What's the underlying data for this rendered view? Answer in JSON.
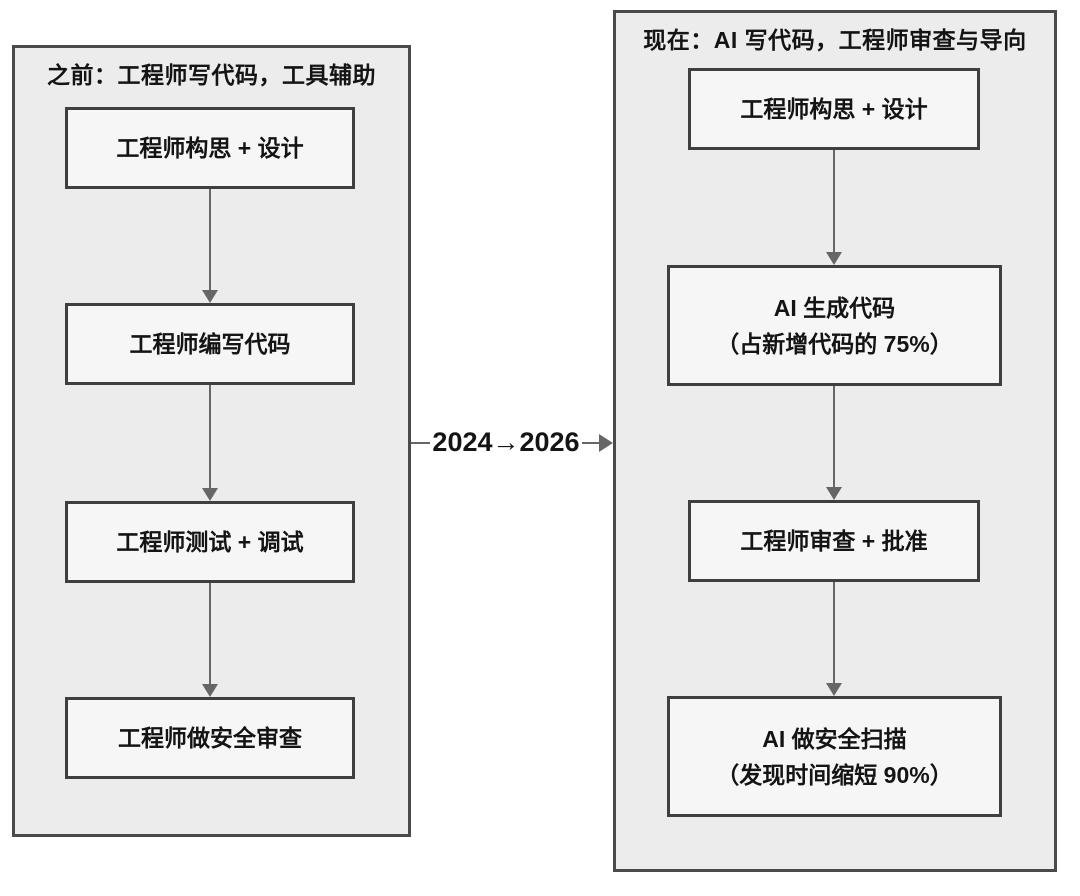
{
  "left_panel": {
    "title": "之前：工程师写代码，工具辅助",
    "steps": [
      {
        "line1": "工程师构思 + 设计"
      },
      {
        "line1": "工程师编写代码"
      },
      {
        "line1": "工程师测试 + 调试"
      },
      {
        "line1": "工程师做安全审查"
      }
    ]
  },
  "right_panel": {
    "title": "现在：AI 写代码，工程师审查与导向",
    "steps": [
      {
        "line1": "工程师构思 + 设计"
      },
      {
        "line1": "AI 生成代码",
        "line2": "（占新增代码的 75%）"
      },
      {
        "line1": "工程师审查 + 批准"
      },
      {
        "line1": "AI 做安全扫描",
        "line2": "（发现时间缩短 90%）"
      }
    ]
  },
  "transition": {
    "label": "2024→2026"
  },
  "colors": {
    "canvas_bg": "#ffffff",
    "panel_fill": "#ececec",
    "panel_border": "#4a4a4a",
    "box_fill": "#f6f6f6",
    "box_border": "#3f3f3f",
    "arrow": "#666666",
    "text": "#141414"
  }
}
